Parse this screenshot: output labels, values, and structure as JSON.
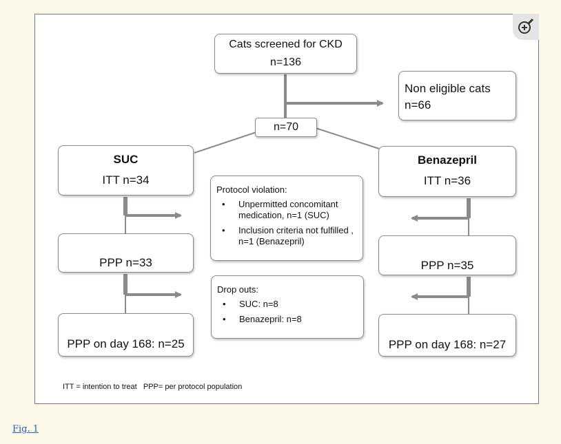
{
  "diagram": {
    "screened": {
      "title": "Cats screened for CKD",
      "count": "n=136"
    },
    "non_eligible": {
      "title": "Non eligible cats",
      "count": "n=66"
    },
    "randomized": {
      "count": "n=70"
    },
    "suc": {
      "title": "SUC",
      "itt": "ITT n=34"
    },
    "benazepril": {
      "title": "Benazepril",
      "itt": "ITT n=36"
    },
    "protocol_violation": {
      "title": "Protocol violation:",
      "items": [
        "Unpermitted concomitant medication, n=1 (SUC)",
        "Inclusion criteria not fulfilled , n=1 (Benazepril)"
      ]
    },
    "suc_ppp": "PPP n=33",
    "ben_ppp": "PPP n=35",
    "drop_outs": {
      "title": "Drop outs:",
      "items": [
        "SUC: n=8",
        "Benazepril: n=8"
      ]
    },
    "suc_final": "PPP on day 168: n=25",
    "ben_final": "PPP on day 168: n=27",
    "legend": "ITT = intention to treat   PPP= per protocol population"
  },
  "figure_link": "Fig. 1",
  "icons": {
    "zoom": "zoom-in-icon"
  },
  "colors": {
    "page_bg": "#fcf9e8",
    "arrow": "#8a8a8a",
    "link": "#2a5db0"
  }
}
